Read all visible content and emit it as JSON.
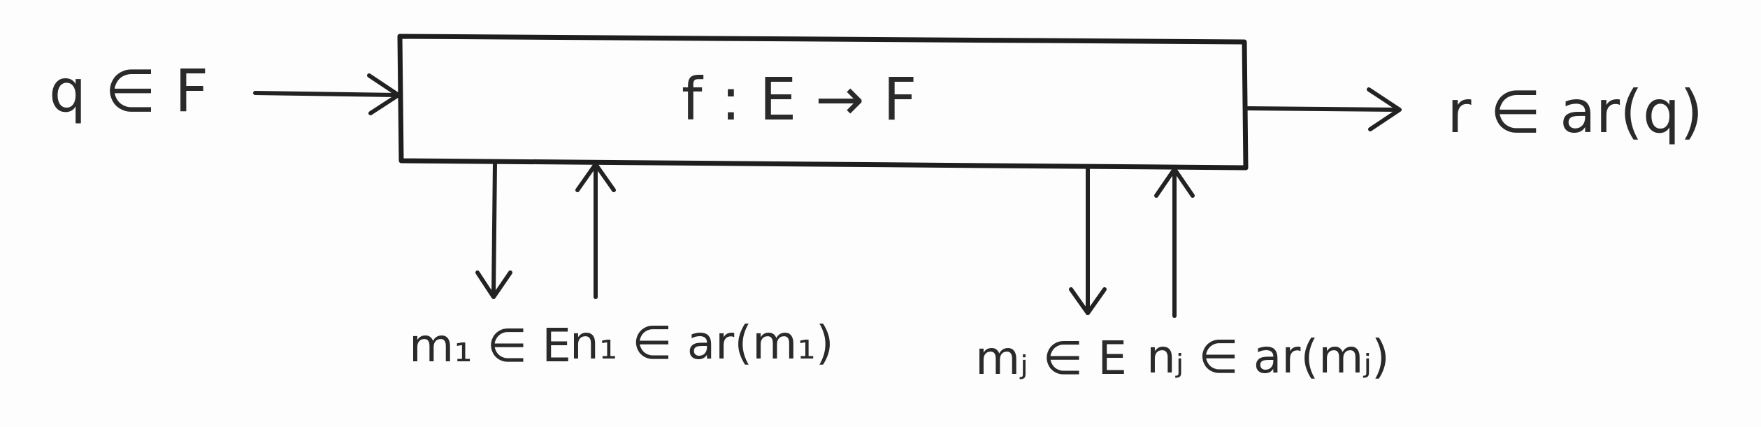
{
  "diagram": {
    "function_label": "f : E → F",
    "input_label": "q ∈ F",
    "output_label": "r ∈ ar(q)",
    "calls": [
      {
        "query_label": "m₁ ∈ E",
        "answer_label": "n₁ ∈ ar(m₁)"
      },
      {
        "query_label": "mⱼ ∈ E",
        "answer_label": "nⱼ ∈ ar(mⱼ)"
      }
    ]
  },
  "colors": {
    "ink": "#222222",
    "background": "#fdfdfd"
  }
}
